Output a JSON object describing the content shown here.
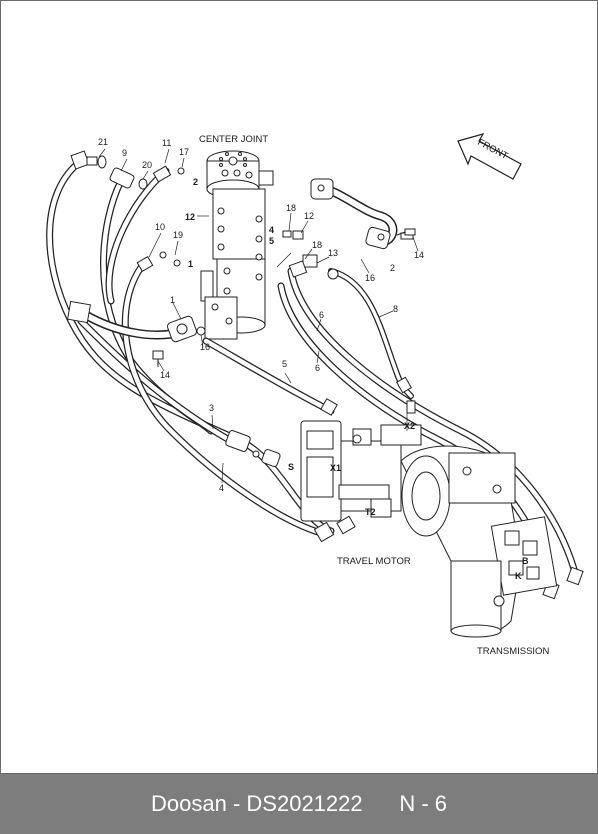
{
  "captions": {
    "center_joint": "CENTER JOINT",
    "front": "FRONT",
    "travel_motor": "TRAVEL MOTOR",
    "transmission": "TRANSMISSION"
  },
  "port_labels": {
    "x1": "X1",
    "x2": "X2",
    "t2": "T2",
    "s": "S",
    "b": "B",
    "k": "K"
  },
  "callouts": {
    "n21": "21",
    "n9": "9",
    "n20": "20",
    "n11": "11",
    "n17": "17",
    "n2_top": "2",
    "n12_left": "12",
    "n10": "10",
    "n19": "19",
    "n1_left": "1",
    "n1_flange": "1",
    "n16_left": "16",
    "n14_left": "14",
    "n4_joint": "4",
    "n5_joint": "5",
    "n18_top": "18",
    "n12_right": "12",
    "n18_mid": "18",
    "n13": "13",
    "n16_right": "16",
    "n2_right": "2",
    "n14_right": "14",
    "n8": "8",
    "n6_a": "6",
    "n6_b": "6",
    "n5_hose": "5",
    "n3": "3",
    "n4_hose": "4"
  },
  "footer": {
    "brand": "Doosan",
    "separator": " - ",
    "code": "DS2021222",
    "page": "N - 6"
  }
}
